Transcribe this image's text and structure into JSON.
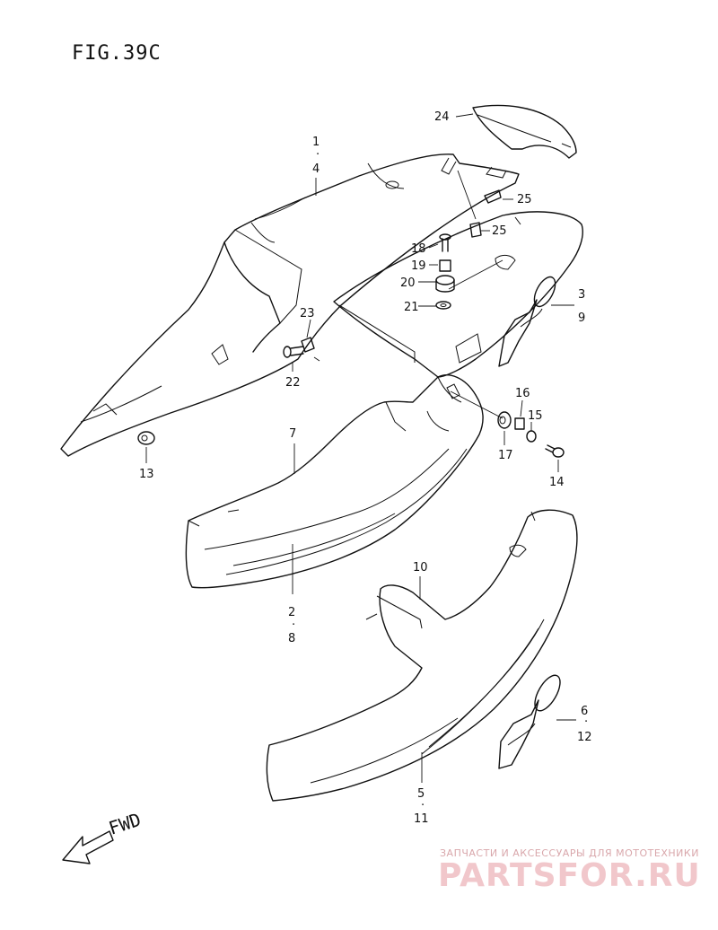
{
  "figure": {
    "title": "FIG.39C",
    "fwd_label": "FWD"
  },
  "callouts": [
    {
      "id": "c1",
      "text": "1"
    },
    {
      "id": "c4",
      "text": "4"
    },
    {
      "id": "c24",
      "text": "24"
    },
    {
      "id": "c25a",
      "text": "25"
    },
    {
      "id": "c25b",
      "text": "25"
    },
    {
      "id": "c18",
      "text": "18"
    },
    {
      "id": "c19",
      "text": "19"
    },
    {
      "id": "c20",
      "text": "20"
    },
    {
      "id": "c21",
      "text": "21"
    },
    {
      "id": "c23",
      "text": "23"
    },
    {
      "id": "c22",
      "text": "22"
    },
    {
      "id": "c3",
      "text": "3"
    },
    {
      "id": "c9",
      "text": "9"
    },
    {
      "id": "c16",
      "text": "16"
    },
    {
      "id": "c15",
      "text": "15"
    },
    {
      "id": "c17",
      "text": "17"
    },
    {
      "id": "c14",
      "text": "14"
    },
    {
      "id": "c13",
      "text": "13"
    },
    {
      "id": "c7",
      "text": "7"
    },
    {
      "id": "c2",
      "text": "2"
    },
    {
      "id": "c8",
      "text": "8"
    },
    {
      "id": "c10",
      "text": "10"
    },
    {
      "id": "c6",
      "text": "6"
    },
    {
      "id": "c12",
      "text": "12"
    },
    {
      "id": "c5",
      "text": "5"
    },
    {
      "id": "c11",
      "text": "11"
    }
  ],
  "watermark": {
    "tagline": "ЗАПЧАСТИ И АКСЕССУАРЫ ДЛЯ МОТОТЕХНИКИ",
    "brand": "PARTSFOR.RU",
    "color": "#f1c7cb"
  }
}
